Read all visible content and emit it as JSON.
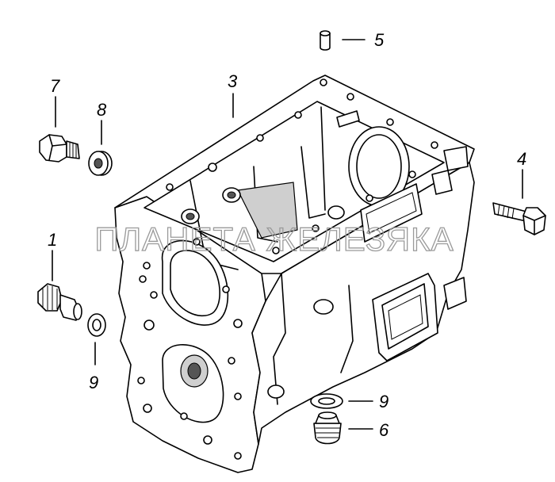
{
  "watermark": "ПЛАНЕТА ЖЕЛЕЗЯКА",
  "callouts": {
    "p1": "1",
    "p3": "3",
    "p4": "4",
    "p5": "5",
    "p6": "6",
    "p7": "7",
    "p8": "8",
    "p9a": "9",
    "p9b": "9"
  }
}
